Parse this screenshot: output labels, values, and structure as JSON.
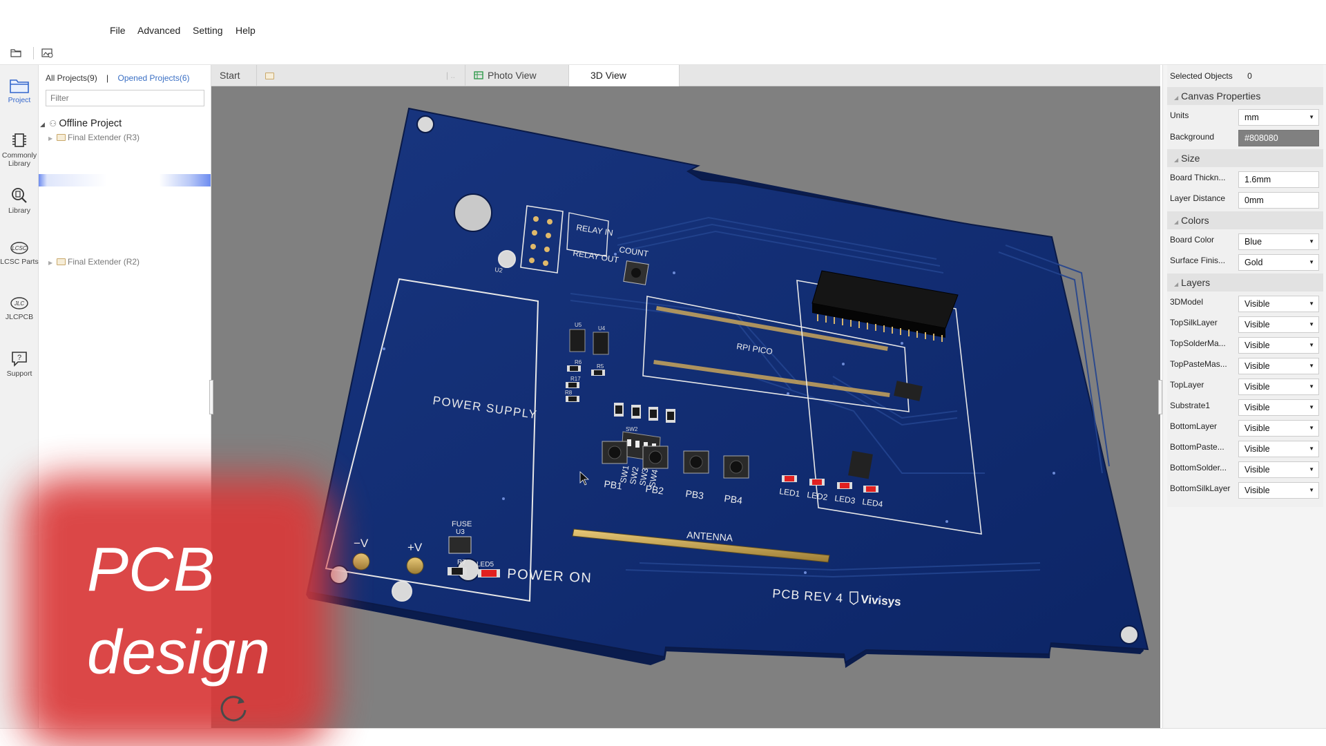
{
  "menu": {
    "items": [
      "File",
      "Advanced",
      "Setting",
      "Help"
    ]
  },
  "toolbar": {
    "icons": [
      "open-folder-icon",
      "open-image-icon"
    ]
  },
  "rail": {
    "items": [
      {
        "label": "Project",
        "icon": "project-icon"
      },
      {
        "label": "Commonly Library",
        "icon": "chip-icon"
      },
      {
        "label": "Library",
        "icon": "library-search-icon"
      },
      {
        "label": "LCSC Parts",
        "icon": "lcsc-icon"
      },
      {
        "label": "JLCPCB",
        "icon": "jlcpcb-icon"
      },
      {
        "label": "Support",
        "icon": "help-icon"
      }
    ]
  },
  "project_panel": {
    "tab_all": "All Projects(9)",
    "separator": "|",
    "tab_opened": "Opened Projects(6)",
    "filter_placeholder": "Filter",
    "root": "Offline Project",
    "items": [
      "Final Extender (R3)",
      "Final Extender (R2)"
    ]
  },
  "tabs": [
    {
      "label": "Start"
    },
    {
      "label": ""
    },
    {
      "label": "Photo View"
    },
    {
      "label": "3D View"
    }
  ],
  "canvas": {
    "background": "#808080",
    "board_color": "#0f2a6e",
    "silk_labels": {
      "relay_in": "RELAY IN",
      "relay_out": "RELAY OUT",
      "count": "COUNT",
      "power_supply": "POWER SUPPLY",
      "rpi_pico": "RPI PICO",
      "fuse": "FUSE",
      "fuse_ref": "U3",
      "antenna": "ANTENNA",
      "power_on": "POWER ON",
      "rev": "PCB REV 4",
      "brand": "Vivisys",
      "minus_v": "−V",
      "plus_v": "+V",
      "led5": "LED5",
      "r7": "R7",
      "u2": "U2",
      "u5": "U5",
      "u4": "U4",
      "r5": "R5",
      "r6": "R6",
      "r17": "R17",
      "r8": "R8",
      "sw2": "SW2",
      "switches": [
        "SW1",
        "SW2",
        "SW3",
        "SW4"
      ],
      "buttons": [
        "PB1",
        "PB2",
        "PB3",
        "PB4"
      ],
      "leds": [
        "LED1",
        "LED2",
        "LED3",
        "LED4"
      ]
    }
  },
  "properties": {
    "selected_label": "Selected Objects",
    "selected_count": "0",
    "canvas_section": "Canvas Properties",
    "units_label": "Units",
    "units_value": "mm",
    "background_label": "Background",
    "background_value": "#808080",
    "size_section": "Size",
    "thickness_label": "Board Thickn...",
    "thickness_value": "1.6mm",
    "layer_distance_label": "Layer Distance",
    "layer_distance_value": "0mm",
    "colors_section": "Colors",
    "board_color_label": "Board Color",
    "board_color_value": "Blue",
    "surface_label": "Surface Finis...",
    "surface_value": "Gold",
    "layers_section": "Layers",
    "layers": [
      {
        "name": "3DModel",
        "value": "Visible"
      },
      {
        "name": "TopSilkLayer",
        "value": "Visible"
      },
      {
        "name": "TopSolderMa...",
        "value": "Visible"
      },
      {
        "name": "TopPasteMas...",
        "value": "Visible"
      },
      {
        "name": "TopLayer",
        "value": "Visible"
      },
      {
        "name": "Substrate1",
        "value": "Visible"
      },
      {
        "name": "BottomLayer",
        "value": "Visible"
      },
      {
        "name": "BottomPaste...",
        "value": "Visible"
      },
      {
        "name": "BottomSolder...",
        "value": "Visible"
      },
      {
        "name": "BottomSilkLayer",
        "value": "Visible"
      }
    ]
  },
  "overlay": {
    "line1": "PCB",
    "line2": "design"
  }
}
